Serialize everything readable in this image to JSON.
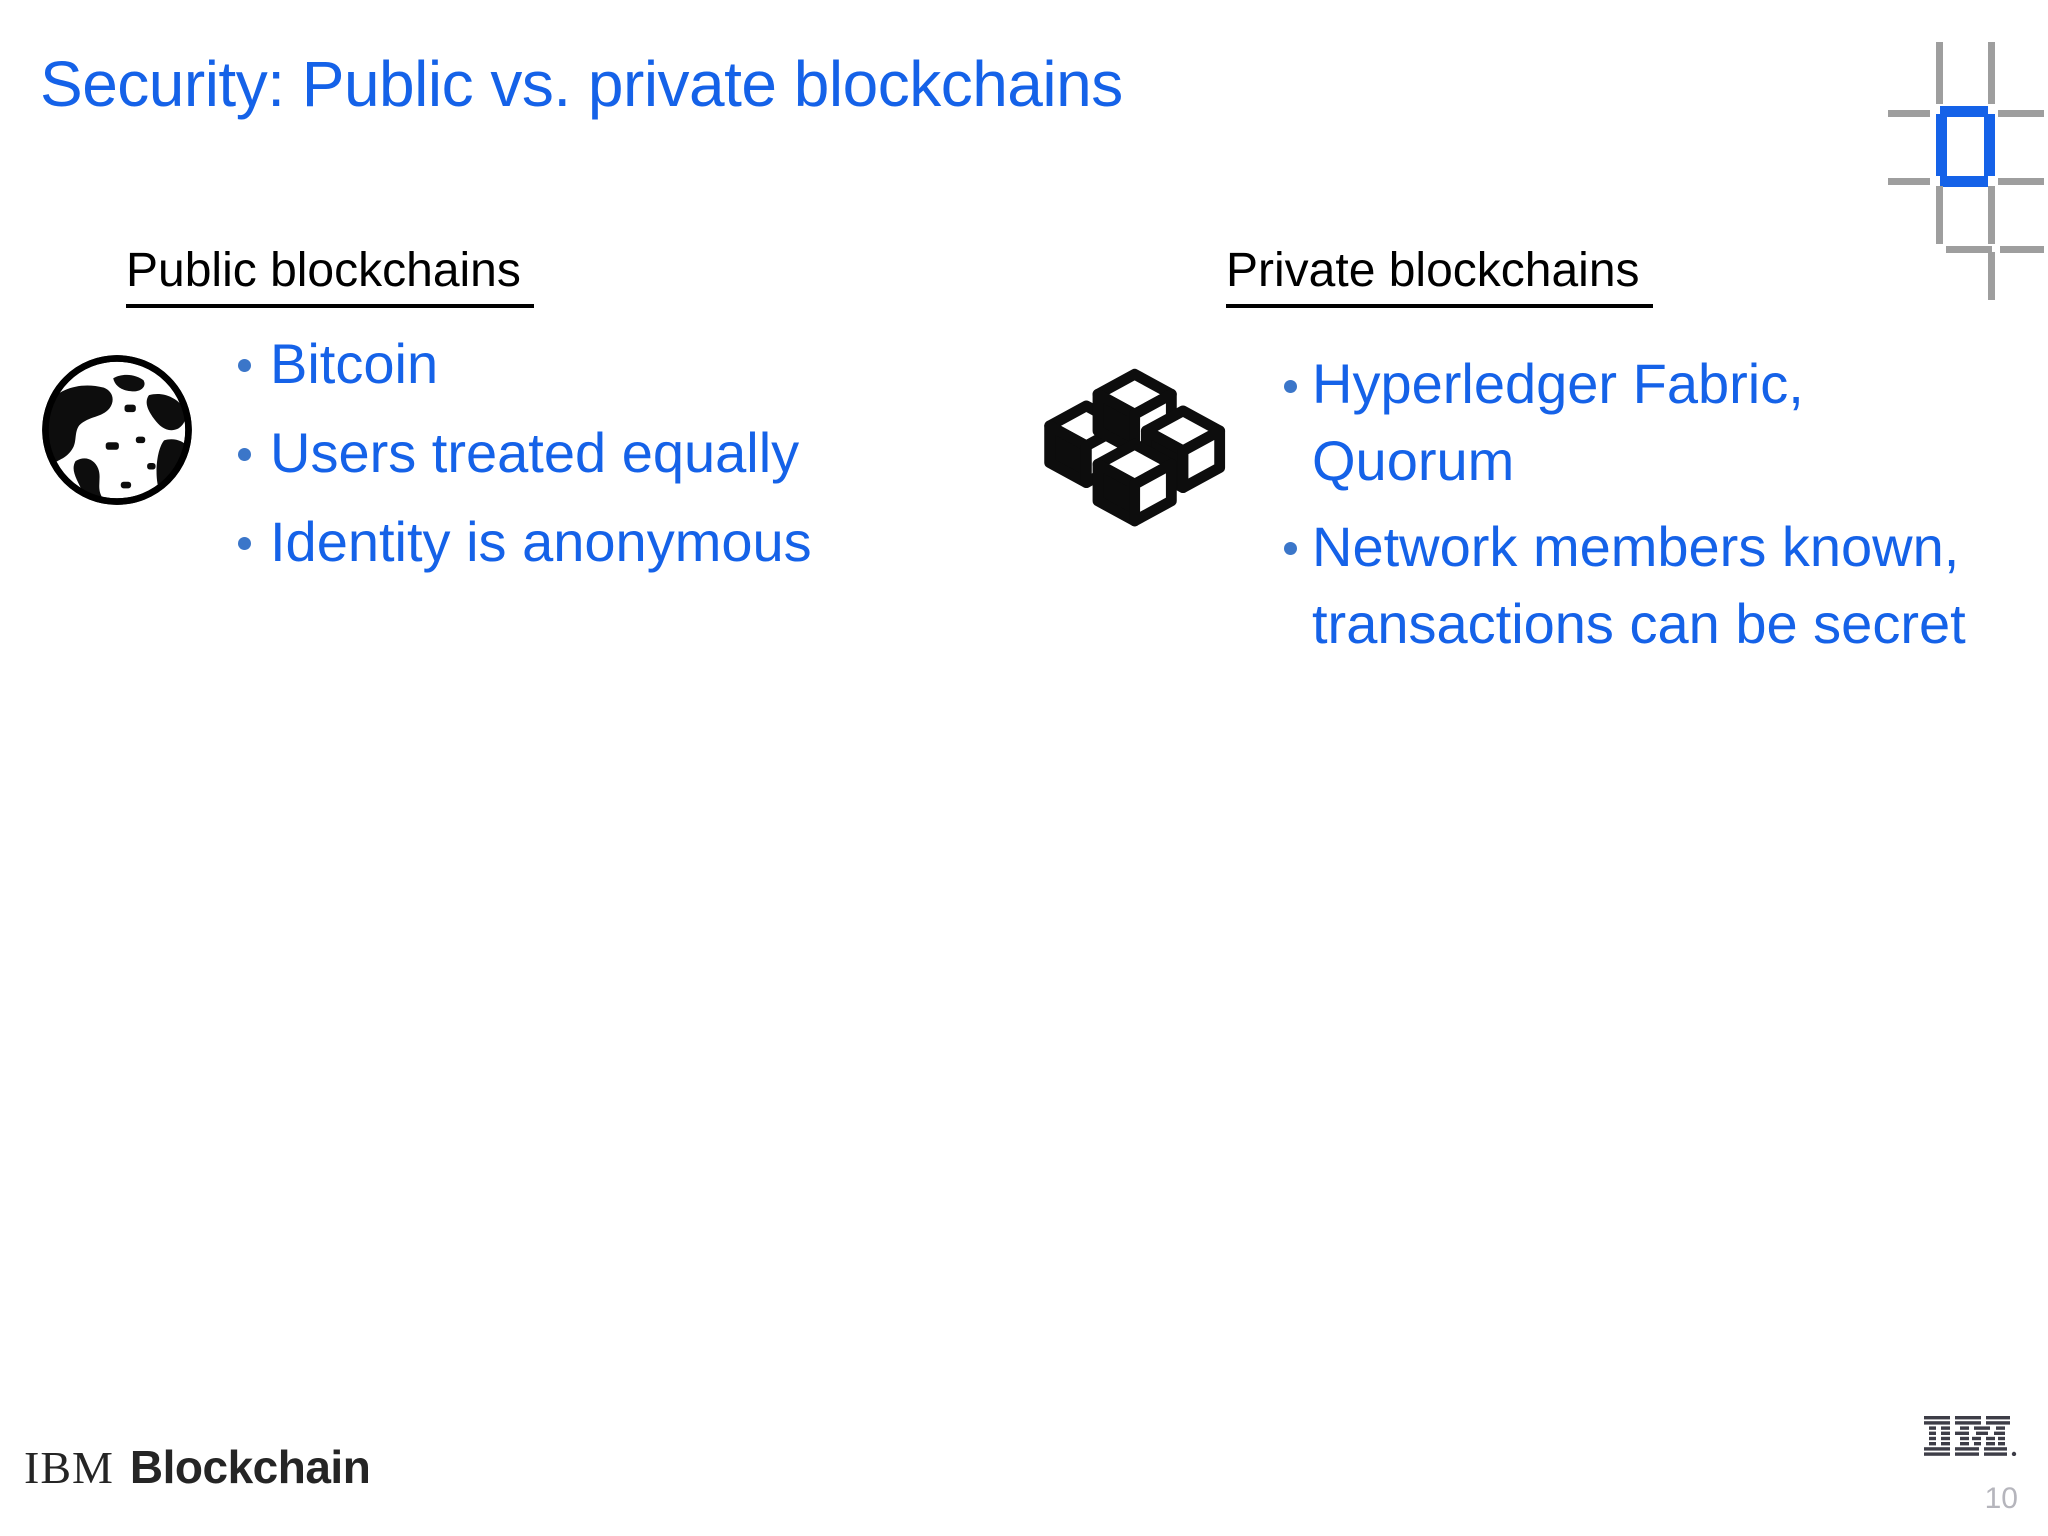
{
  "slide": {
    "title": "Security: Public vs. private blockchains",
    "page_number": "10",
    "accent_blue": "#1562E8",
    "bullet_dot_color": "#3B76C9",
    "heading_color": "#000000",
    "grid_mark_gray": "#9E9E9E",
    "page_number_color": "#B5B5BC"
  },
  "columns": {
    "left": {
      "heading": "Public blockchains ",
      "icon": "globe-icon",
      "bullets": [
        "Bitcoin",
        "Users treated equally",
        "Identity is anonymous"
      ]
    },
    "right": {
      "heading": "Private blockchains ",
      "icon": "cubes-icon",
      "bullets": [
        "Hyperledger Fabric, Quorum",
        "Network members known, transactions can be  secret"
      ]
    }
  },
  "footer": {
    "brand_prefix": "IBM",
    "brand_word": "Blockchain",
    "logo_icon": "ibm-striped-logo"
  }
}
